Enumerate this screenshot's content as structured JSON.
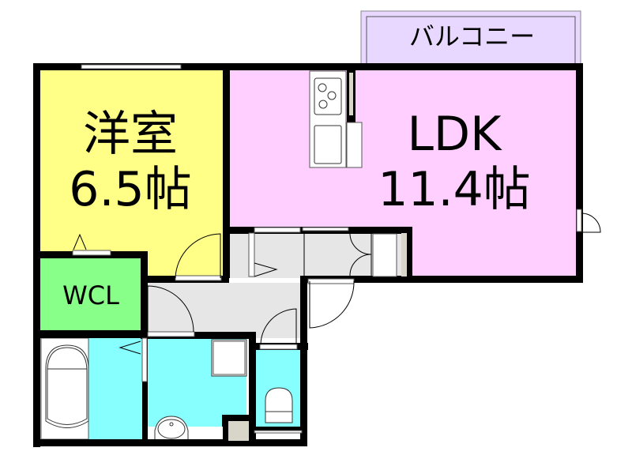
{
  "floorplan": {
    "colors": {
      "bedroom": "#ffff88",
      "ldk": "#ffd0ff",
      "wcl": "#88ff88",
      "wet": "#88ffff",
      "hall": "#e6e6e6",
      "balcony": "#e8d8ff",
      "wall": "#000000",
      "pillar": "#d8d6c8"
    },
    "rooms": {
      "balcony": {
        "label": "バルコニー"
      },
      "bedroom": {
        "line1": "洋室",
        "line2": "6.5帖"
      },
      "ldk": {
        "line1": "LDK",
        "line2": "11.4帖"
      },
      "wcl": {
        "label": "WCL"
      },
      "bathroom": {
        "label": ""
      },
      "washroom": {
        "label": ""
      },
      "toilet": {
        "label": ""
      },
      "hallway": {
        "label": ""
      },
      "entrance": {
        "label": ""
      }
    },
    "fixtures": [
      "kitchen-stove",
      "kitchen-sink",
      "bathtub",
      "washbasin",
      "toilet",
      "washing-machine-pan",
      "shoe-closet"
    ]
  }
}
